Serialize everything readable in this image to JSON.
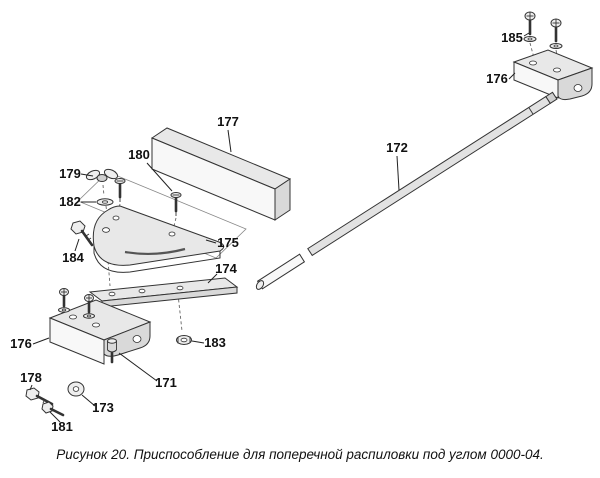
{
  "figure": {
    "caption": "Рисунок 20. Приспособление для поперечной распиловки под углом 0000-04."
  },
  "labels": [
    {
      "text": "185"
    },
    {
      "text": "176"
    },
    {
      "text": "177"
    },
    {
      "text": "180"
    },
    {
      "text": "179"
    },
    {
      "text": "182"
    },
    {
      "text": "172"
    },
    {
      "text": "184"
    },
    {
      "text": "175"
    },
    {
      "text": "174"
    },
    {
      "text": "176"
    },
    {
      "text": "183"
    },
    {
      "text": "178"
    },
    {
      "text": "171"
    },
    {
      "text": "173"
    },
    {
      "text": "181"
    }
  ],
  "colors": {
    "line": "#333333",
    "background": "#ffffff"
  }
}
